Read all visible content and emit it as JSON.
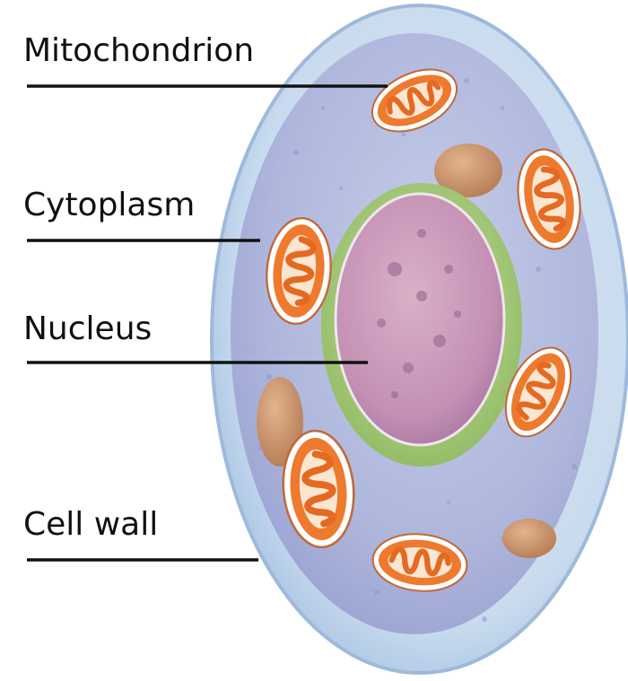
{
  "diagram": {
    "labels": {
      "mitochondrion": "Mitochondrion",
      "cytoplasm": "Cytoplasm",
      "nucleus": "Nucleus",
      "cell_wall": "Cell wall"
    }
  }
}
